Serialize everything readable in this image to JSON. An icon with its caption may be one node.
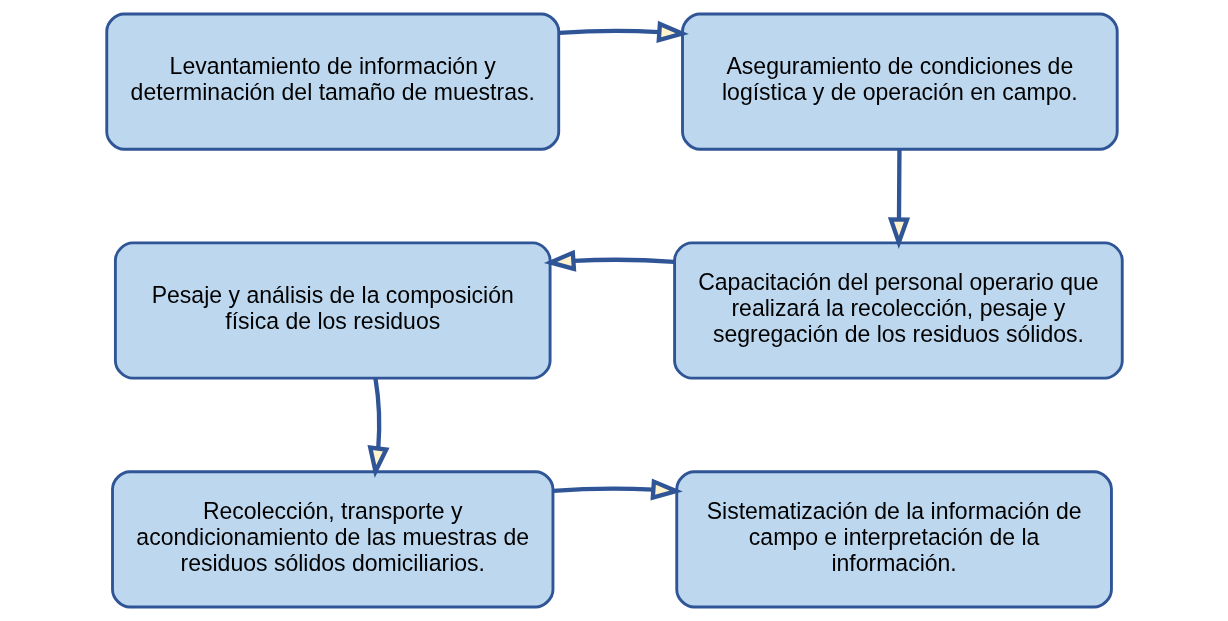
{
  "diagram": {
    "nodes": [
      {
        "text": [
          "Levantamiento de información y determinación del tamaño de muestras."
        ]
      },
      {
        "text": [
          "Aseguramiento de condiciones de logística y de operación en campo."
        ]
      },
      {
        "text": [
          "Capacitación del personal operario que realizará la recolección, pesaje y segregación de los residuos sólidos."
        ]
      },
      {
        "text": [
          "Pesaje y análisis de la composición física de los residuos"
        ]
      },
      {
        "text": [
          "Recolección, transporte y acondicionamiento de las muestras de residuos sólidos domiciliarios."
        ]
      },
      {
        "text": [
          "Sistematización de la información de campo e interpretación de la información."
        ]
      }
    ],
    "edges": [
      {
        "from": 0,
        "to": 1,
        "arrow": "to"
      },
      {
        "from": 1,
        "to": 2,
        "arrow": "to"
      },
      {
        "from": 2,
        "to": 3,
        "arrow": "to"
      },
      {
        "from": 3,
        "to": 4,
        "arrow": "to"
      },
      {
        "from": 4,
        "to": 5,
        "arrow": "to"
      }
    ]
  }
}
